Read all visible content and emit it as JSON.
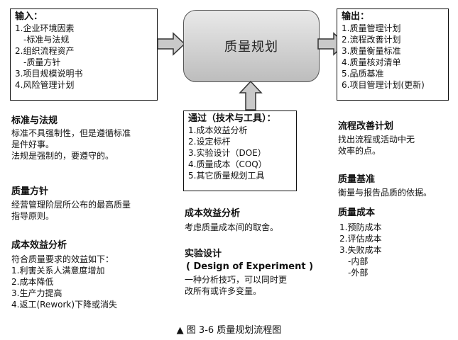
{
  "inputs": {
    "title": "输入：",
    "items": [
      "1.企业环境因素",
      "-标准与法规",
      "2.组织流程资产",
      "-质量方针",
      "3.项目规模说明书",
      "4.风险管理计划"
    ]
  },
  "center": {
    "label": "质量规划"
  },
  "outputs": {
    "title": "输出：",
    "items": [
      "1.质量管理计划",
      "2.流程改善计划",
      "3.质量衡量标准",
      "4.质量核对清单",
      "5.品质基准",
      "6.项目管理计划(更新)"
    ]
  },
  "tools": {
    "title": "通过（技术与工具）：",
    "items": [
      "1.成本效益分析",
      "2.设定标杆",
      "3.实验设计（DOE）",
      "4.质量成本（COQ）",
      "5.其它质量规划工具"
    ]
  },
  "standards": {
    "title": "标准与法规",
    "lines": [
      "标准不具强制性，但是遵循标准",
      "是件好事。",
      "法规是强制的，要遵守的。"
    ]
  },
  "policy": {
    "title": "质量方针",
    "lines": [
      "经营管理阶层所公布的最高质量",
      "指导原则。"
    ]
  },
  "cba_left": {
    "title": "成本效益分析",
    "lines": [
      "符合质量要求的效益如下：",
      "1.利害关系人满意度增加",
      "2.成本降低",
      "3.生产力提高",
      "4.返工(Rework)下降或消失"
    ]
  },
  "cba_mid": {
    "title": "成本效益分析",
    "lines": [
      "考虑质量成本间的取舍。"
    ]
  },
  "doe": {
    "title": "实验设计",
    "subtitle": "( Design of Experiment )",
    "lines": [
      "一种分析技巧，可以同时更",
      "改所有或许多变量。"
    ]
  },
  "process_improvement": {
    "title": "流程改善计划",
    "lines": [
      "找出流程或活动中无",
      "效率的点。"
    ]
  },
  "quality_baseline": {
    "title": "质量基准",
    "lines": [
      "衡量与报告品质的依据。"
    ]
  },
  "quality_cost": {
    "title": "质量成本",
    "lines": [
      "1.预防成本",
      "2.评估成本",
      "3.失败成本",
      "-内部",
      "-外部"
    ]
  },
  "caption": "▲ 图 3-6   质量规划流程图"
}
